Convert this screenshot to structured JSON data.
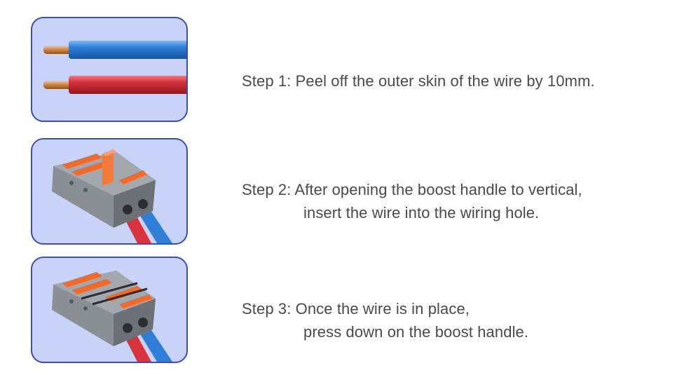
{
  "steps": [
    {
      "image": "stripped-wires-icon",
      "line1": "Step 1: Peel off the outer skin of the wire by 10mm.",
      "line2": ""
    },
    {
      "image": "connector-lever-open-icon",
      "line1": "Step 2: After opening the boost handle to vertical,",
      "line2": "insert the wire into the wiring hole."
    },
    {
      "image": "connector-lever-closed-icon",
      "line1": "Step 3: Once the wire is in place,",
      "line2": "press down on the boost handle."
    }
  ],
  "colors": {
    "panel_fill": "#c9d3f7",
    "panel_border": "#3b4fae",
    "wire_blue": "#2f7fd8",
    "wire_red": "#d8323c",
    "copper": "#d08a4a",
    "lever_orange": "#ee6b2d",
    "connector_grey": "#8a8f96",
    "text": "#4a4a4a"
  }
}
